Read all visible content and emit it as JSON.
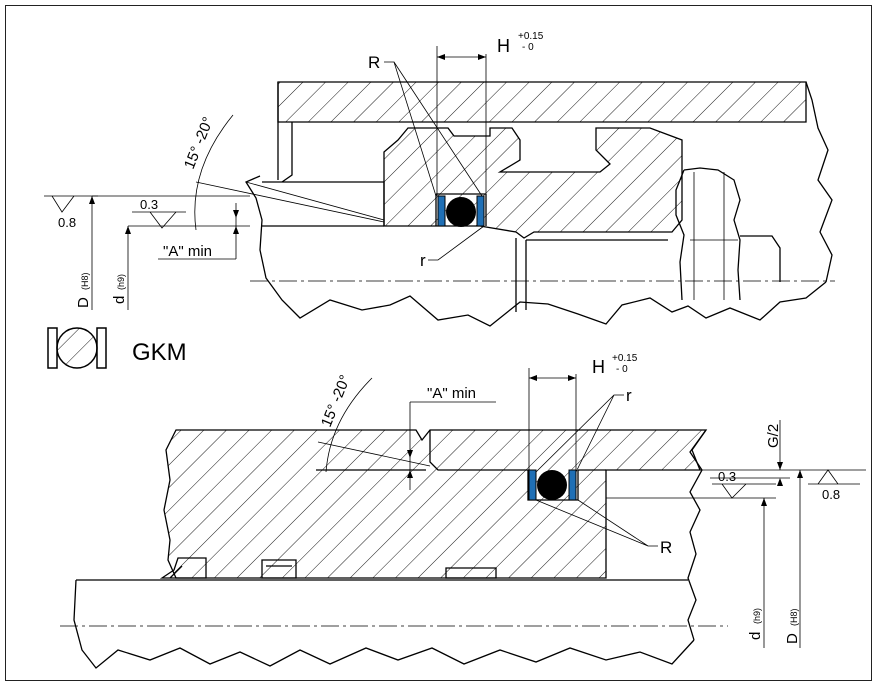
{
  "top_drawing": {
    "label_R": "R",
    "label_r": "r",
    "label_H": "H",
    "tol_plus": "+0.15",
    "tol_minus": "- 0",
    "angle": "15° -20°",
    "roughness_value": "0.8",
    "chamfer_value": "0.3",
    "a_min": "\"A\" min",
    "dim_D": "D",
    "dim_D_fit": "(H8)",
    "dim_d": "d",
    "dim_d_fit": "(h9)"
  },
  "profile": {
    "name": "GKM"
  },
  "bottom_drawing": {
    "label_R": "R",
    "label_r": "r",
    "label_H": "H",
    "tol_plus": "+0.15",
    "tol_minus": "- 0",
    "angle": "15° -20°",
    "a_min": "\"A\" min",
    "g_half": "G/2",
    "chamfer_value": "0.3",
    "roughness_value": "0.8",
    "dim_d": "d",
    "dim_d_fit": "(h9)",
    "dim_D": "D",
    "dim_D_fit": "(H8)"
  },
  "colors": {
    "seal_blue": "#1f6fb5",
    "oring": "#000000",
    "line": "#000000"
  }
}
